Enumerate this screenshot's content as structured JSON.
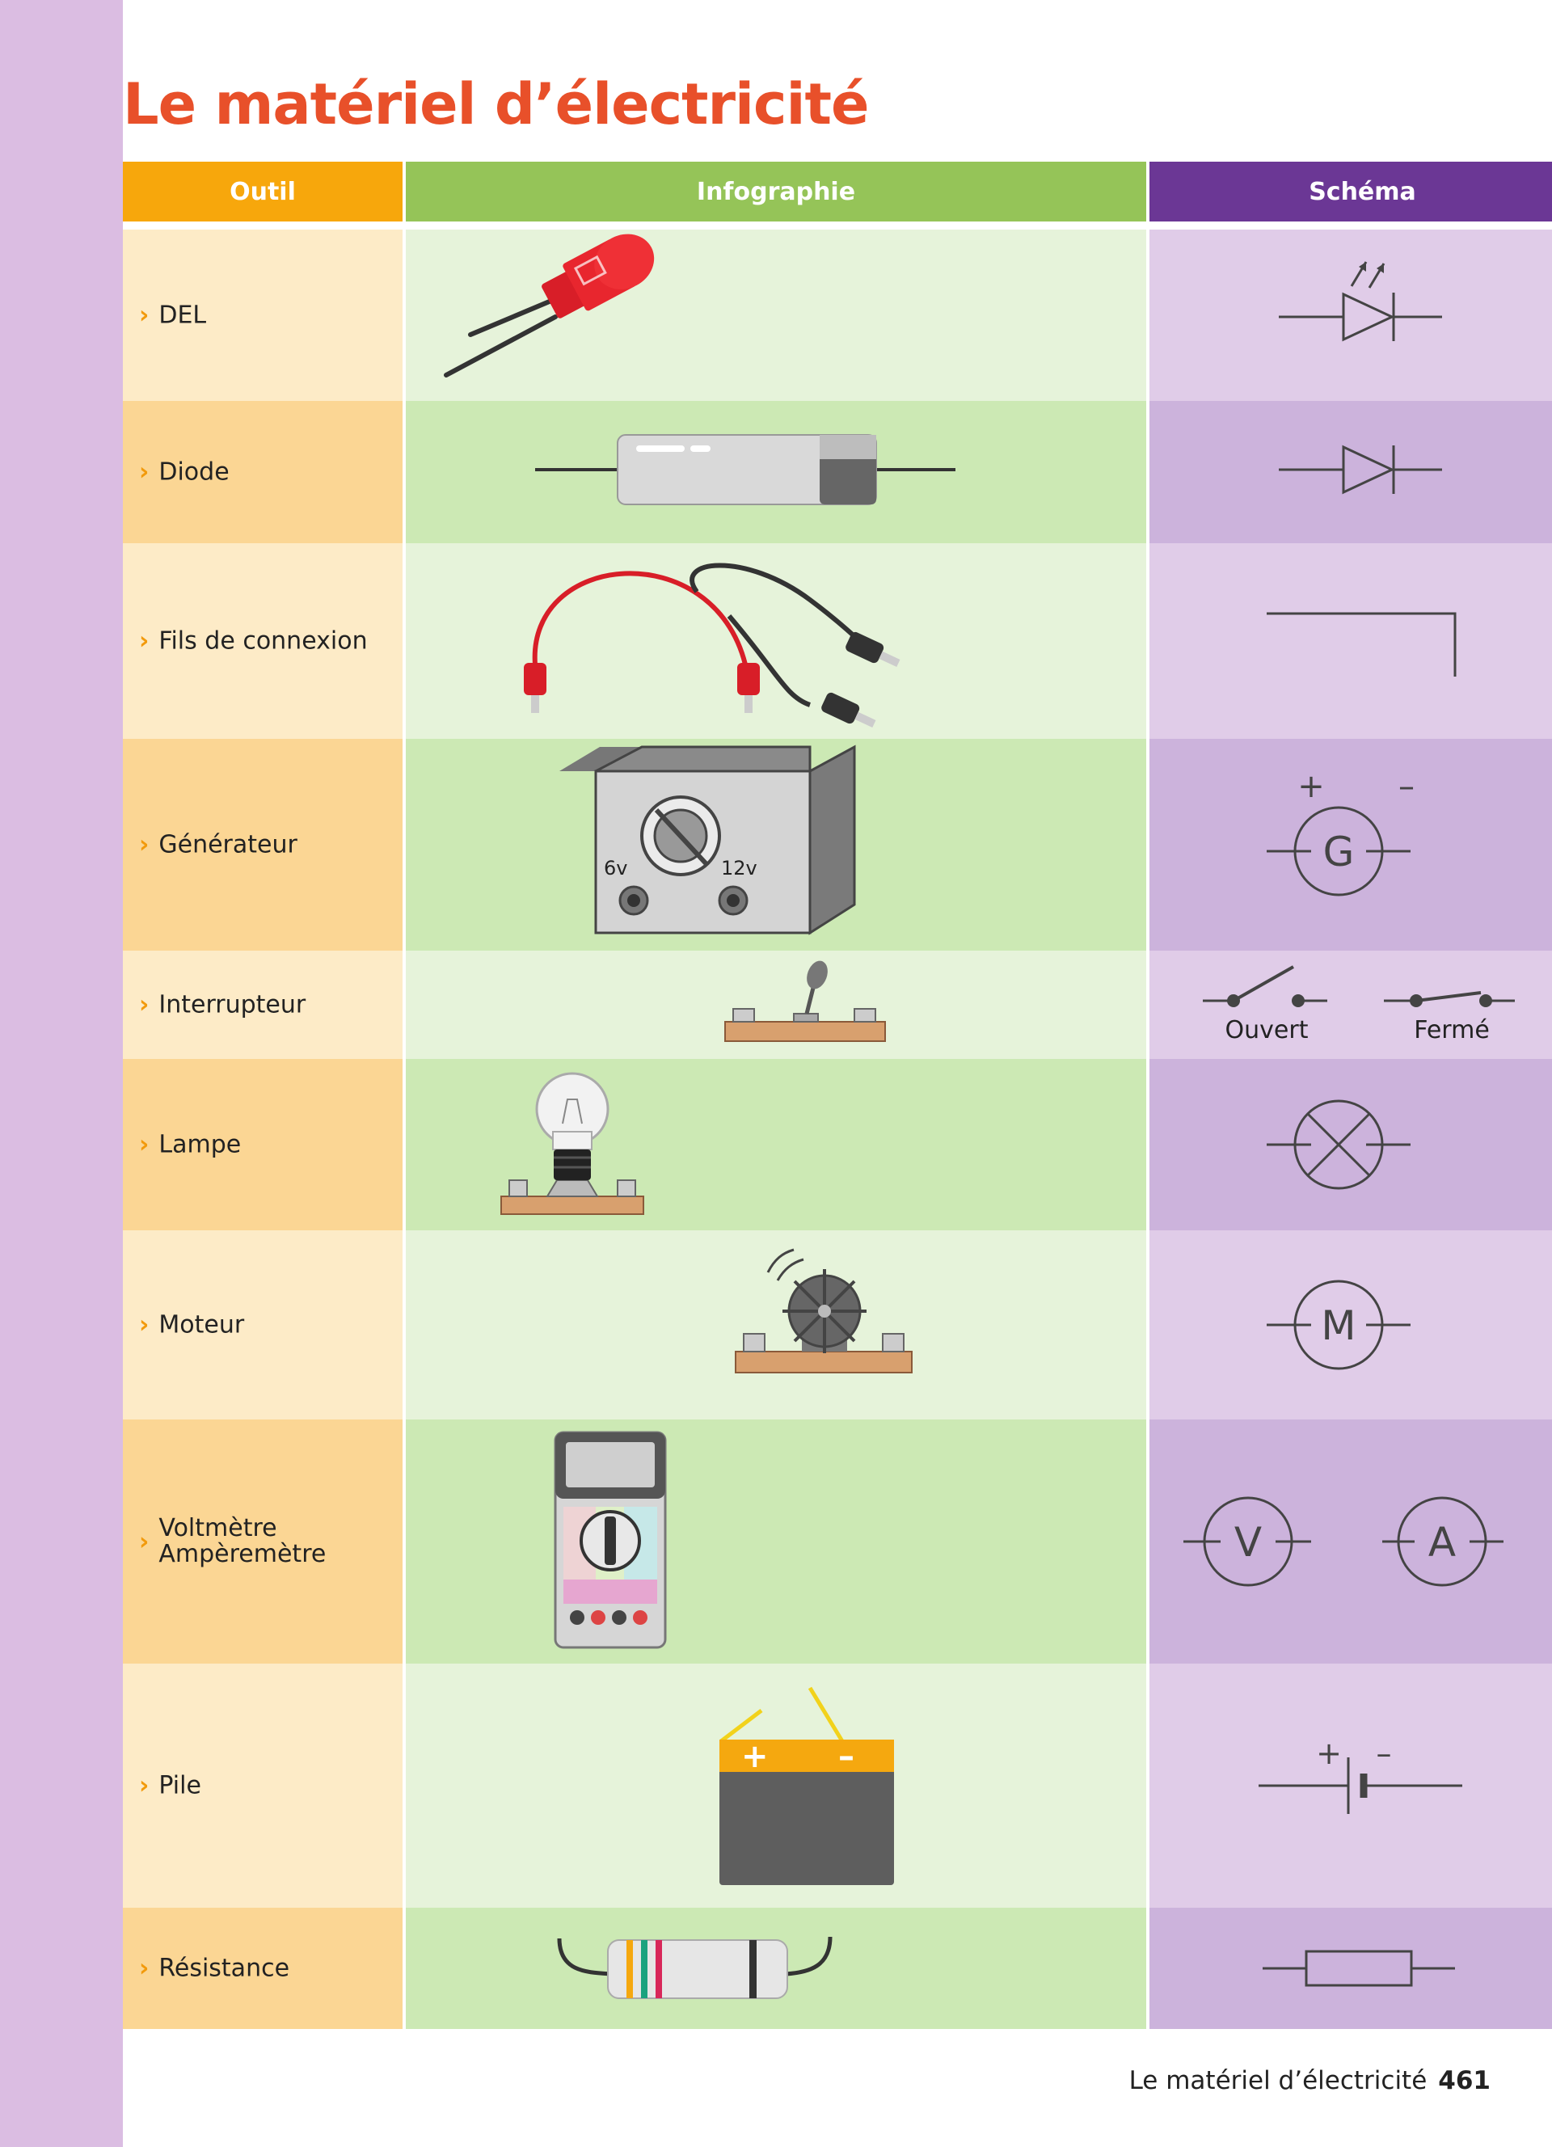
{
  "page": {
    "title": "Le matériel d’électricité",
    "footer_title": "Le matériel d’électricité",
    "page_number": "461"
  },
  "table": {
    "headers": {
      "outil": "Outil",
      "infographie": "Infographie",
      "schema": "Schéma"
    },
    "rows": [
      {
        "label": "DEL"
      },
      {
        "label": "Diode"
      },
      {
        "label": "Fils de connexion"
      },
      {
        "label": "Générateur",
        "plus": "+",
        "minus": "–",
        "symbol_letter": "G",
        "info_low": "6v",
        "info_high": "12v"
      },
      {
        "label": "Interrupteur",
        "open_label": "Ouvert",
        "closed_label": "Fermé"
      },
      {
        "label": "Lampe"
      },
      {
        "label": "Moteur",
        "symbol_letter": "M"
      },
      {
        "label_line1": "Voltmètre",
        "label_line2": "Ampèremètre",
        "symbol_v": "V",
        "symbol_a": "A"
      },
      {
        "label": "Pile",
        "plus": "+",
        "minus": "–"
      },
      {
        "label": "Résistance"
      }
    ]
  },
  "colors": {
    "title": "#e8502a",
    "header_outil": "#f7a70c",
    "header_infographie": "#95c458",
    "header_schema": "#6b3795",
    "side_band": "#dbbde2",
    "chevron": "#f29a0c"
  },
  "icons": [
    "chevron-right-icon",
    "led-illustration",
    "diode-illustration",
    "wires-illustration",
    "generator-illustration",
    "switch-illustration",
    "bulb-illustration",
    "motor-illustration",
    "multimeter-illustration",
    "battery-illustration",
    "resistor-illustration"
  ]
}
